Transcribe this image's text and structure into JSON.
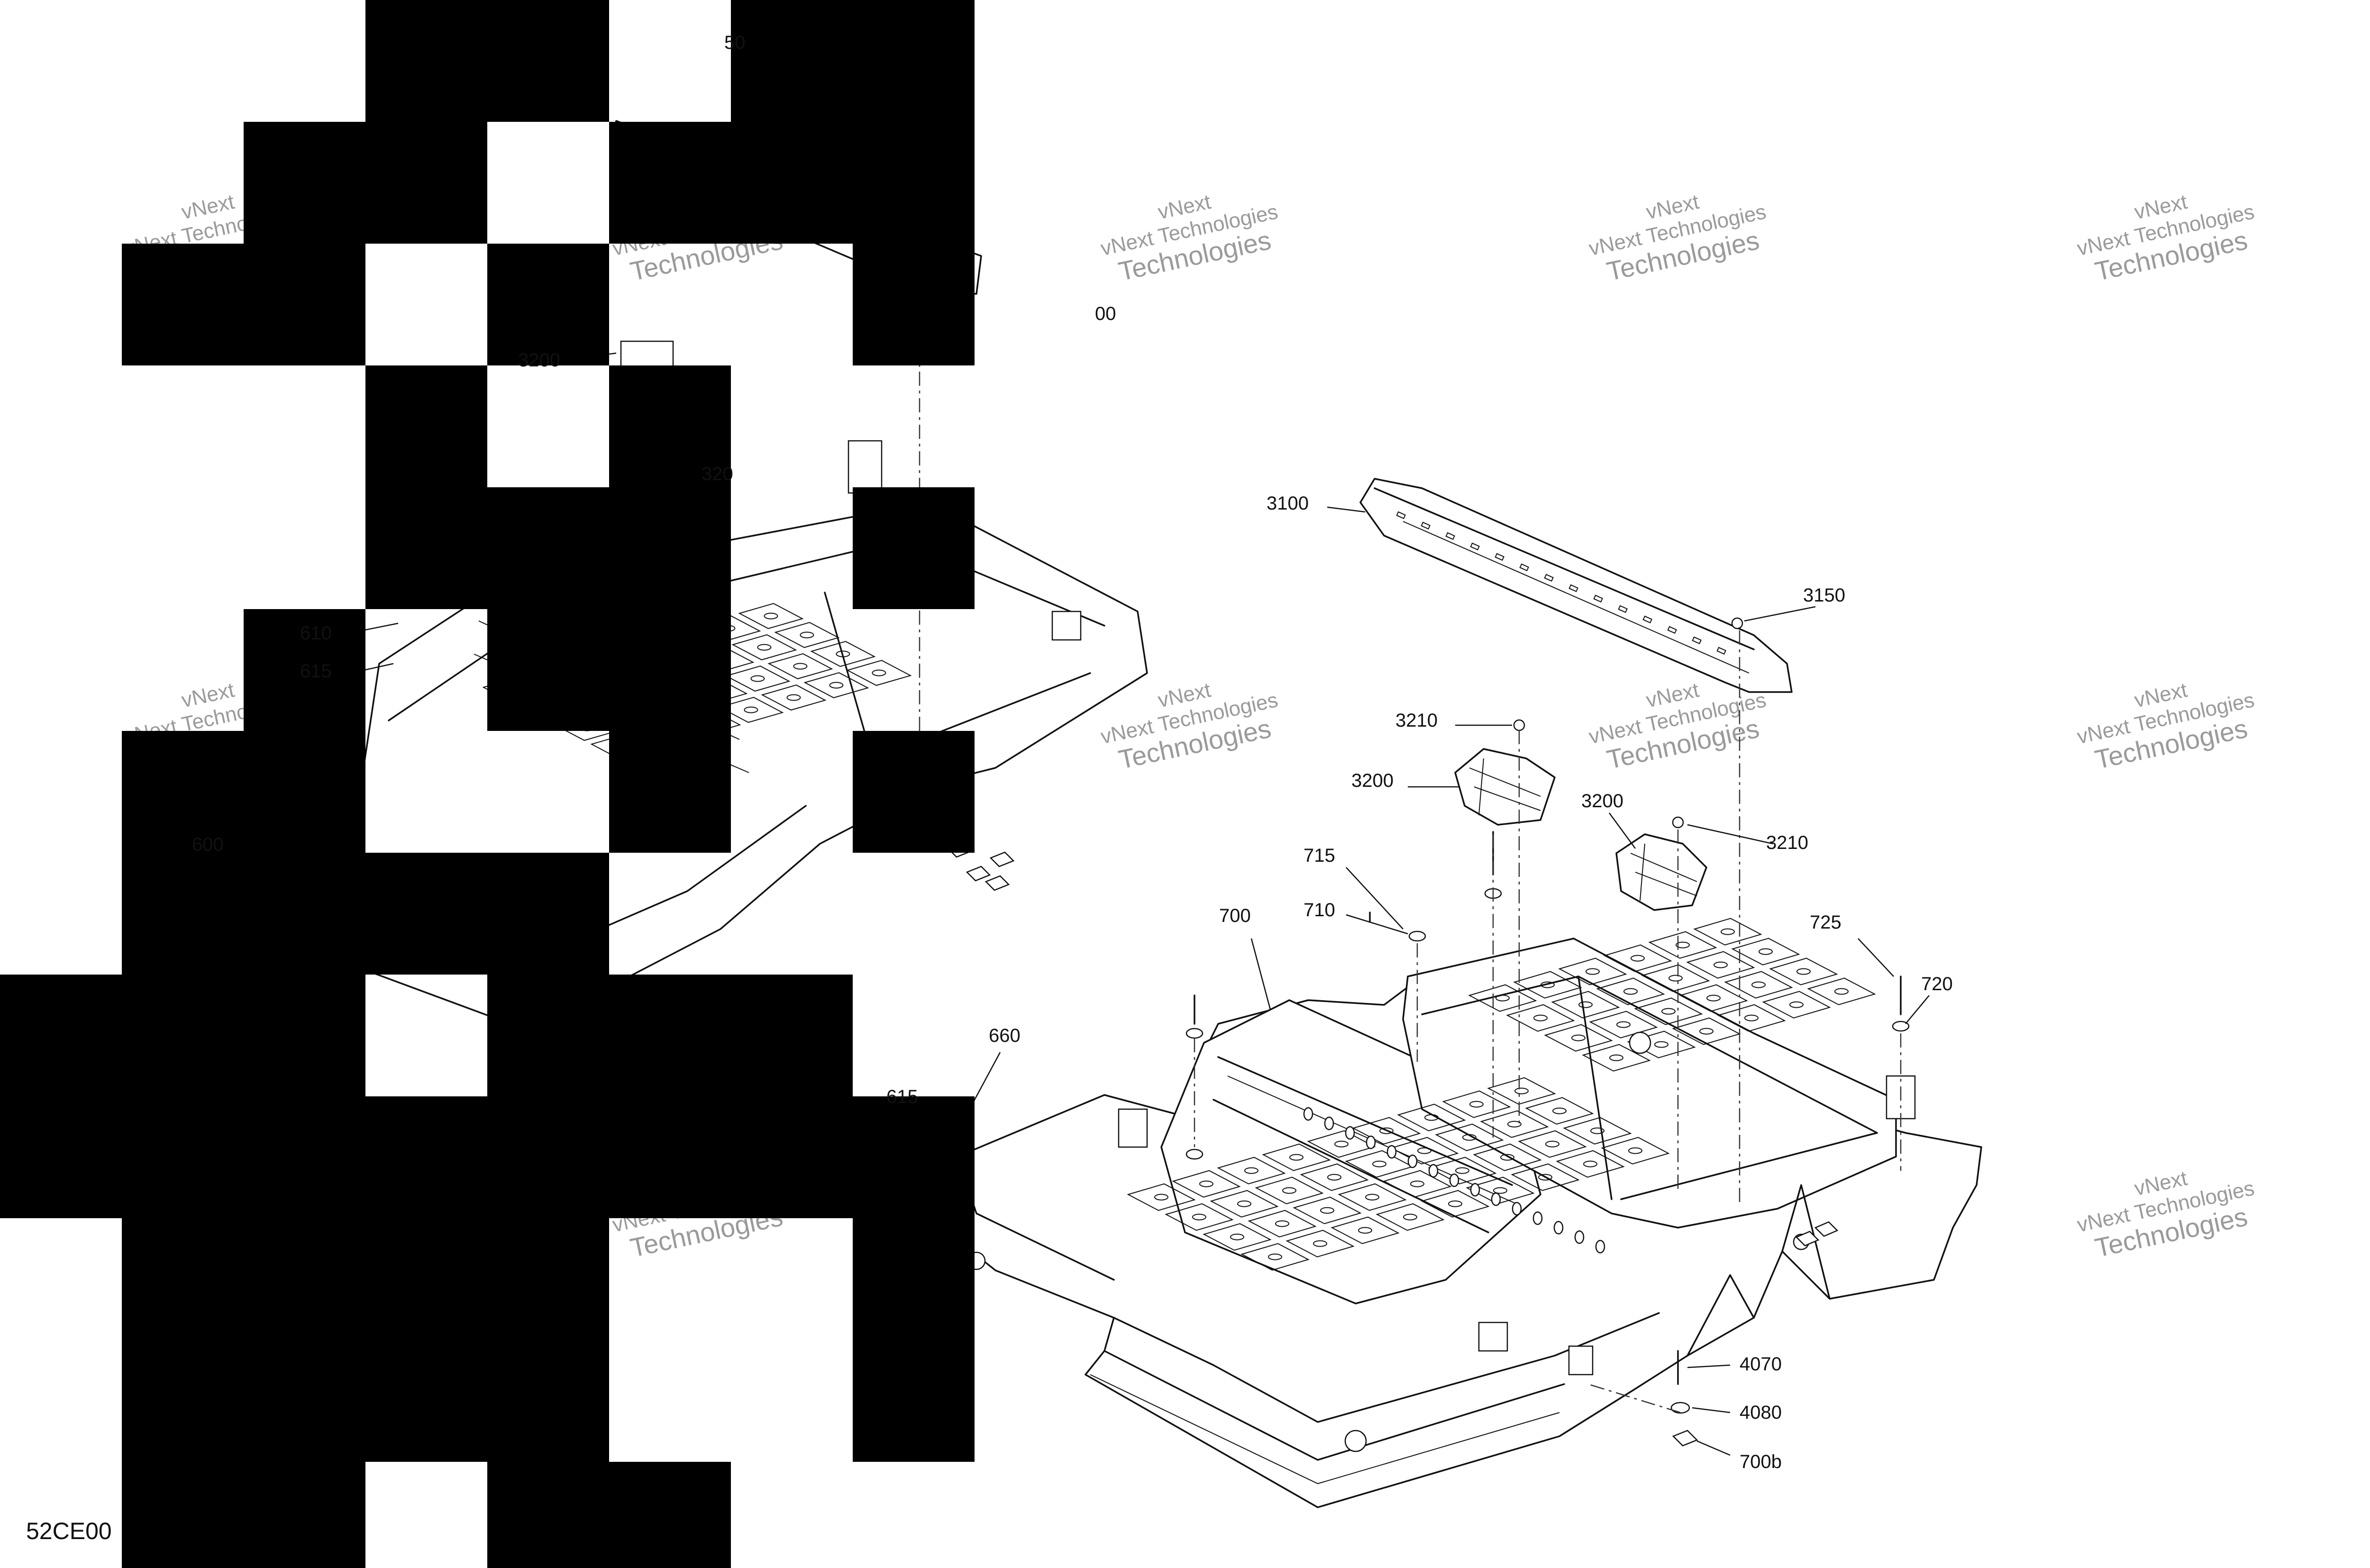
{
  "watermark": {
    "line1": "vNext",
    "line2": "Technologies"
  },
  "document_id": "52CE00",
  "callouts": {
    "c3150_top": "50",
    "c3200_a": "3200",
    "c3200_b": "320",
    "c3100_side": "00",
    "c610": "610",
    "c615_left": "615",
    "c600": "600",
    "c3100": "3100",
    "c3150": "3150",
    "c3210_a": "3210",
    "c3200_c": "3200",
    "c3200_d": "3200",
    "c3210_b": "3210",
    "c715": "715",
    "c710": "710",
    "c700": "700",
    "c725": "725",
    "c720": "720",
    "c660": "660",
    "c615": "615",
    "c4070": "4070",
    "c4080": "4080",
    "c700b": "700b"
  },
  "colors": {
    "ink": "#111111",
    "censor": "#000000",
    "watermark": "#9a9a9a"
  }
}
